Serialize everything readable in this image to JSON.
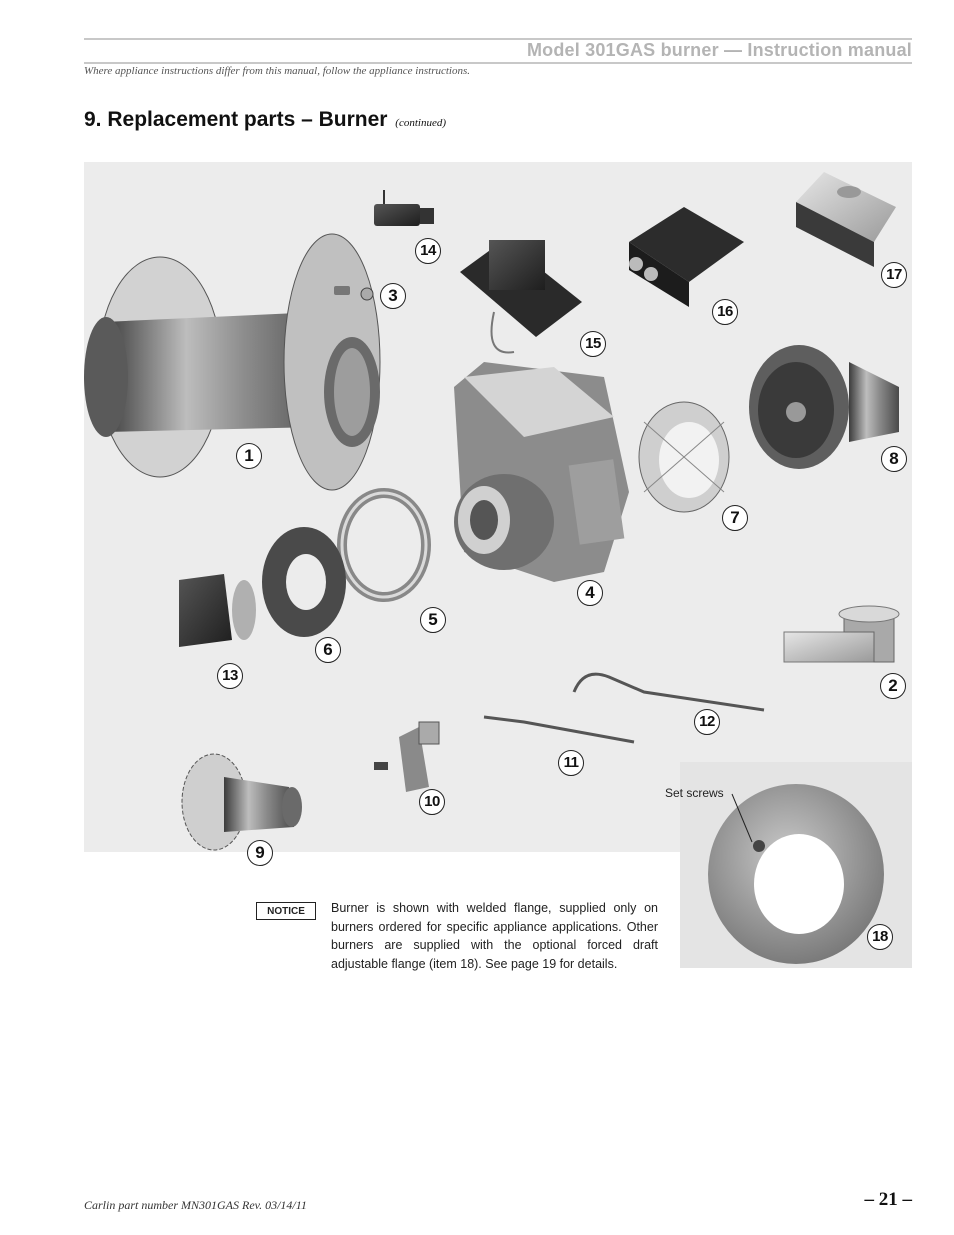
{
  "header": {
    "title": "Model 301GAS burner — Instruction manual",
    "subtitle": "Where appliance instructions differ from this manual, follow the appliance instructions."
  },
  "section": {
    "title": "9.  Replacement parts – Burner",
    "continued": "(continued)"
  },
  "figure": {
    "set_screws_label": "Set screws",
    "callouts": [
      "1",
      "2",
      "3",
      "4",
      "5",
      "6",
      "7",
      "8",
      "9",
      "10",
      "11",
      "12",
      "13",
      "14",
      "15",
      "16",
      "17",
      "18"
    ]
  },
  "notice": {
    "badge": "NOTICE",
    "text": "Burner is shown with welded flange, supplied only on burners ordered for specific appliance applications. Other burners are supplied with the optional forced draft adjustable flange (item 18). See page 19 for details."
  },
  "footer": {
    "part_number": "Carlin part number MN301GAS Rev. 03/14/11",
    "page": "– 21 –"
  }
}
